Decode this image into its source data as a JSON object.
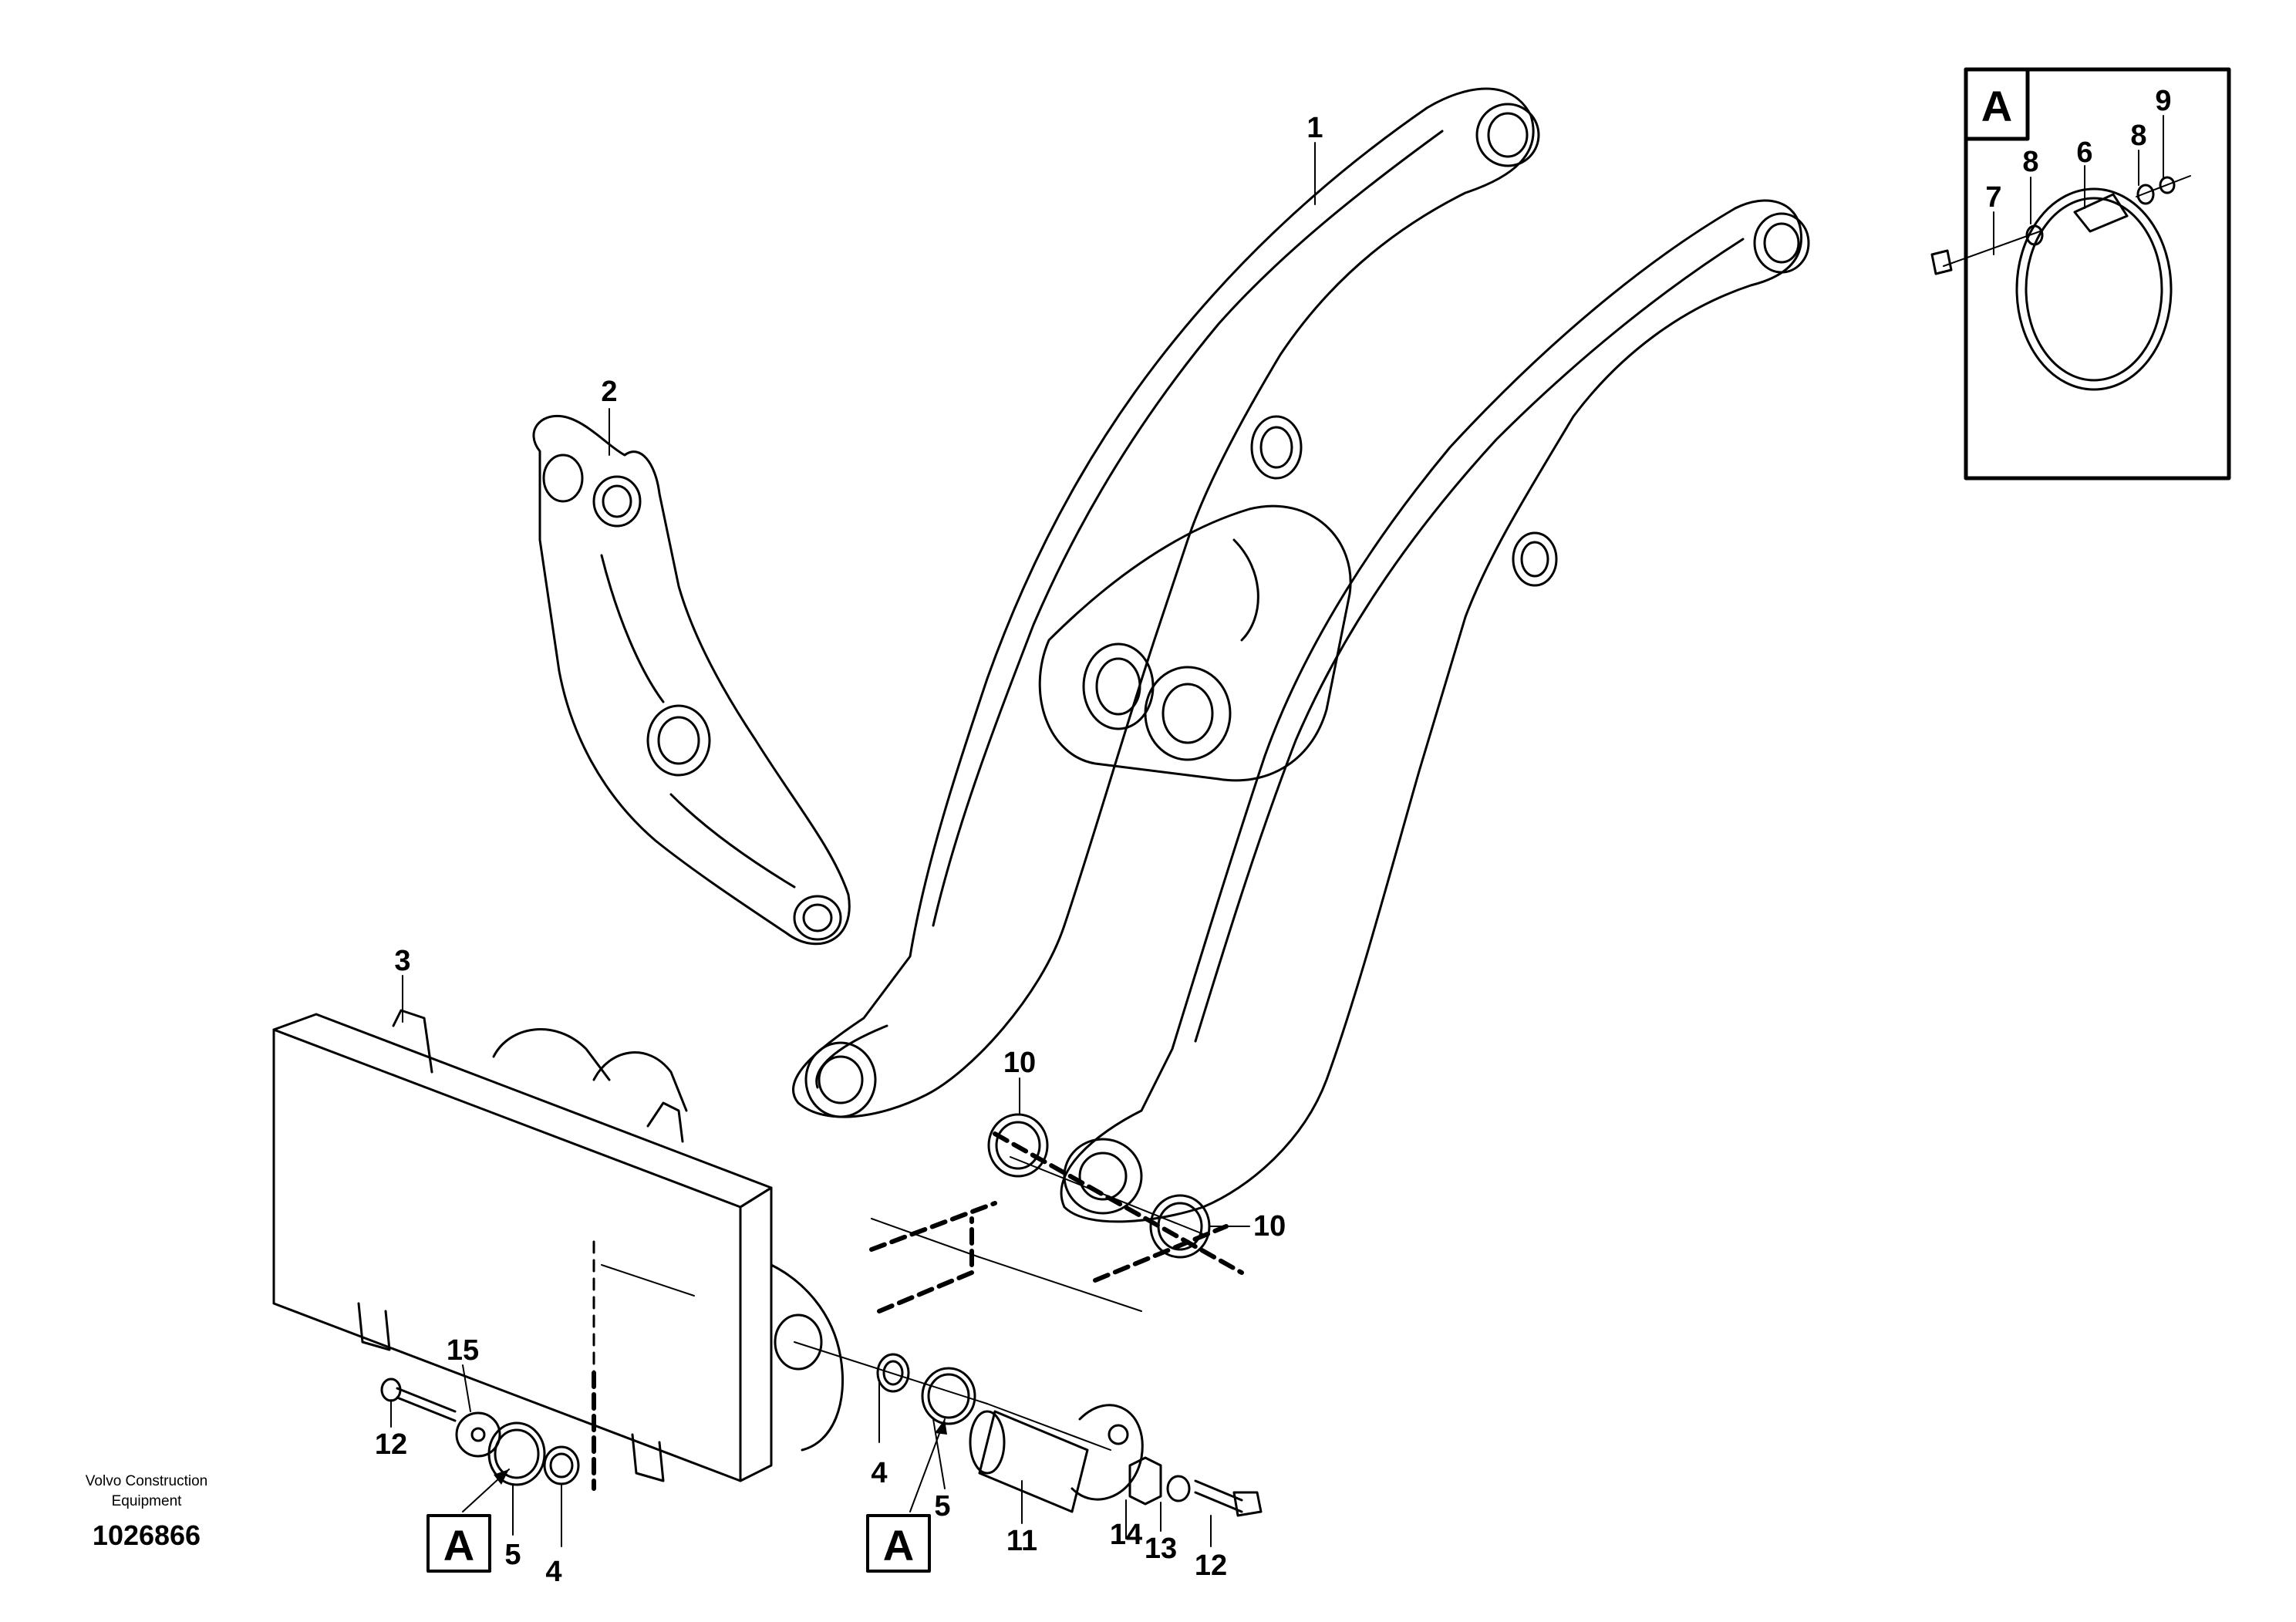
{
  "callouts": [
    {
      "id": "c1",
      "text": "1"
    },
    {
      "id": "c2",
      "text": "2"
    },
    {
      "id": "c3",
      "text": "3"
    },
    {
      "id": "c4a",
      "text": "4"
    },
    {
      "id": "c4b",
      "text": "4"
    },
    {
      "id": "c5a",
      "text": "5"
    },
    {
      "id": "c5b",
      "text": "5"
    },
    {
      "id": "c6",
      "text": "6"
    },
    {
      "id": "c7",
      "text": "7"
    },
    {
      "id": "c8a",
      "text": "8"
    },
    {
      "id": "c8b",
      "text": "8"
    },
    {
      "id": "c9",
      "text": "9"
    },
    {
      "id": "c10a",
      "text": "10"
    },
    {
      "id": "c10b",
      "text": "10"
    },
    {
      "id": "c11",
      "text": "11"
    },
    {
      "id": "c12a",
      "text": "12"
    },
    {
      "id": "c12b",
      "text": "12"
    },
    {
      "id": "c13",
      "text": "13"
    },
    {
      "id": "c14",
      "text": "14"
    },
    {
      "id": "c15",
      "text": "15"
    }
  ],
  "detail_tag": "A",
  "credit": {
    "line1": "Volvo Construction",
    "line2": "Equipment"
  },
  "drawing_number": "1026866"
}
